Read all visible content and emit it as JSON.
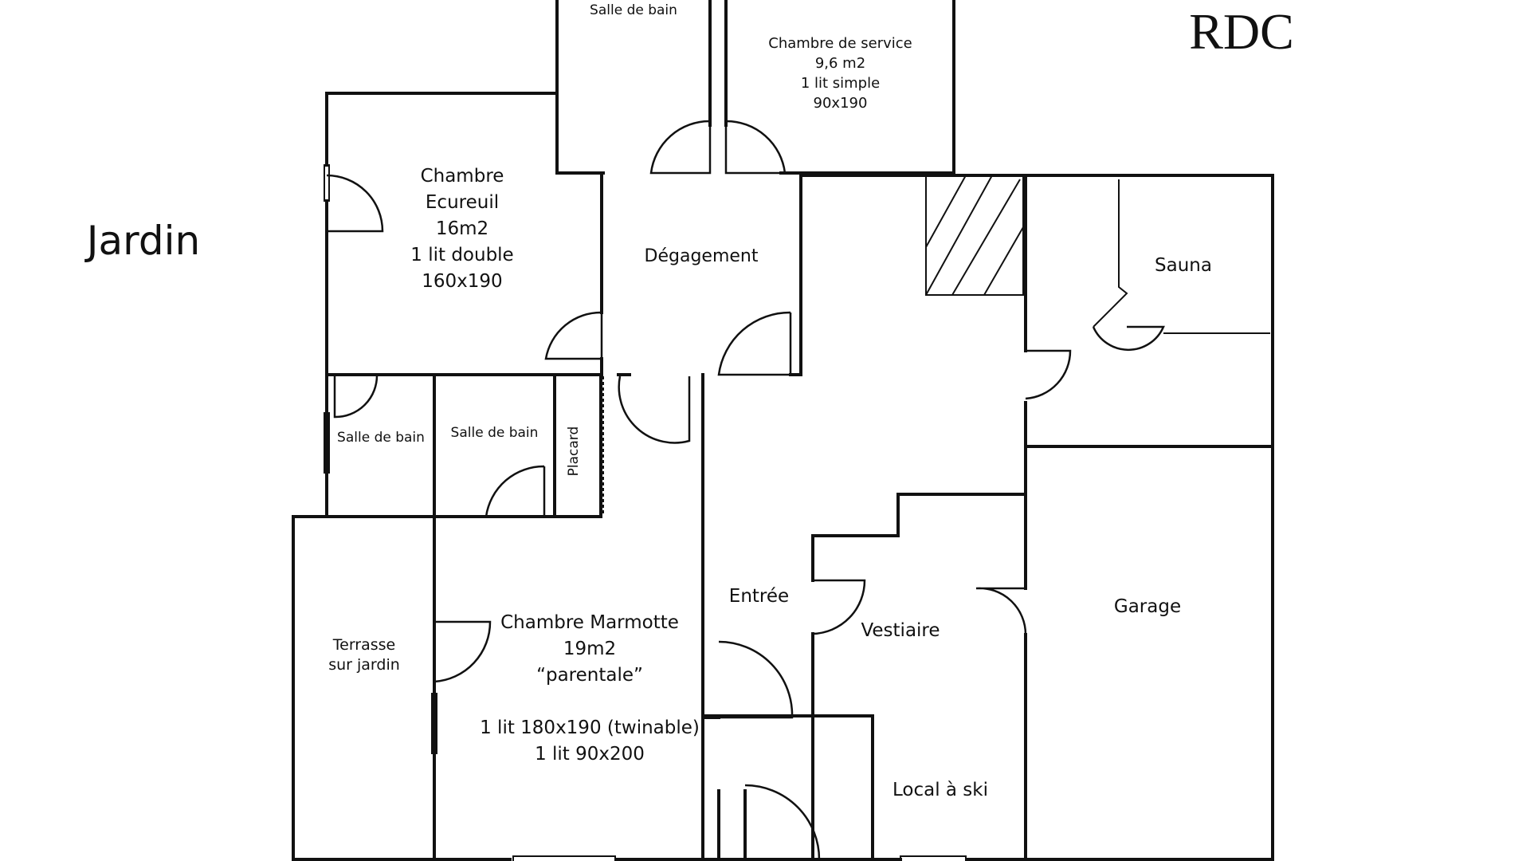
{
  "heading": "RDC",
  "outside_label": "Jardin",
  "rooms": {
    "salle_de_bain_top": "Salle de bain",
    "chambre_service": "Chambre de service\n9,6 m2\n1 lit simple\n90x190",
    "chambre_ecureuil": "Chambre\nEcureuil\n16m2\n1 lit double\n160x190",
    "degagement": "Dégagement",
    "sauna": "Sauna",
    "salle_de_bain_left": "Salle de bain",
    "salle_de_bain_mid": "Salle de bain",
    "placard": "Placard",
    "entree": "Entrée",
    "vestiaire": "Vestiaire",
    "garage": "Garage",
    "terrasse": "Terrasse\nsur jardin",
    "chambre_marmotte": "Chambre Marmotte\n19m2\n“parentale”\n\n1 lit 180x190 (twinable)\n1 lit 90x200",
    "local_ski": "Local à ski"
  },
  "colors": {
    "walls": "#111111",
    "background": "#ffffff"
  }
}
